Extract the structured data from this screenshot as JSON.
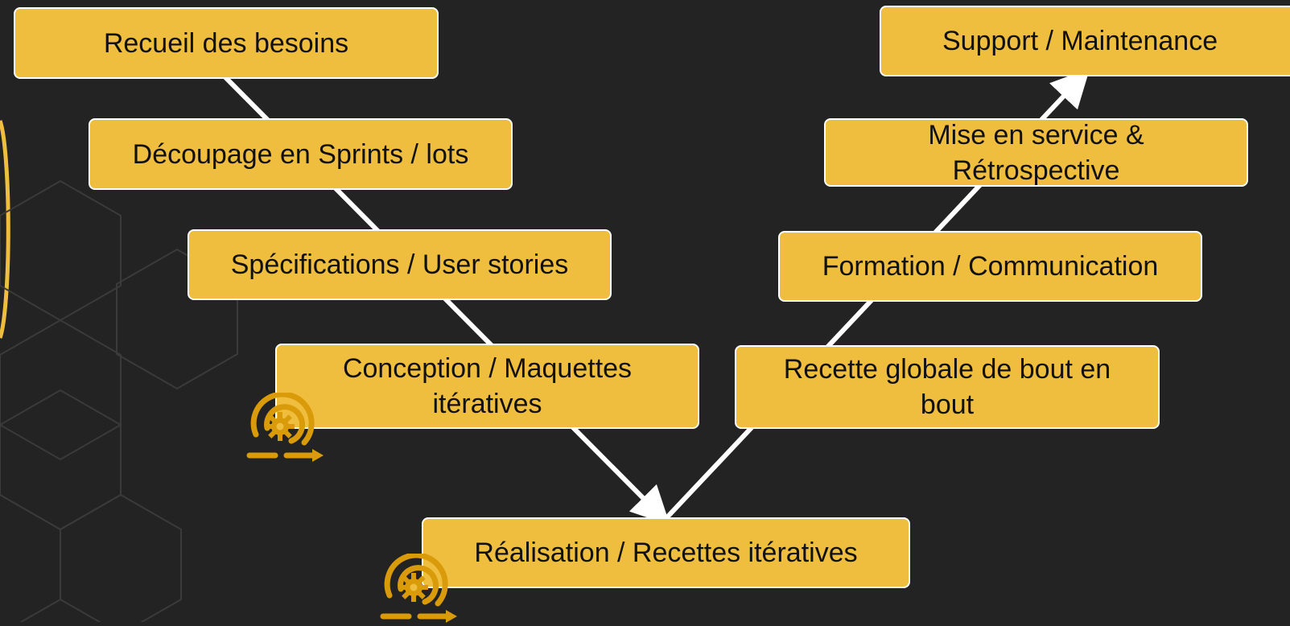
{
  "colors": {
    "background": "#232323",
    "box_fill": "#f0be3f",
    "box_border": "#ffffff",
    "connector": "#ffffff",
    "icon": "#d99b0a",
    "accent_ring": "#f0be3f"
  },
  "steps": [
    {
      "id": "recueil",
      "label": "Recueil des besoins"
    },
    {
      "id": "decoupage",
      "label": "Découpage en Sprints / lots"
    },
    {
      "id": "specifications",
      "label": "Spécifications / User stories"
    },
    {
      "id": "conception",
      "label": "Conception / Maquettes itératives"
    },
    {
      "id": "realisation",
      "label": "Réalisation / Recettes itératives"
    },
    {
      "id": "recette",
      "label": "Recette globale de bout en bout"
    },
    {
      "id": "formation",
      "label": "Formation / Communication"
    },
    {
      "id": "mise-en-service",
      "label": "Mise en service & Rétrospective"
    },
    {
      "id": "support",
      "label": "Support / Maintenance"
    }
  ],
  "icons": {
    "iteration": "iteration-gear-icon"
  }
}
